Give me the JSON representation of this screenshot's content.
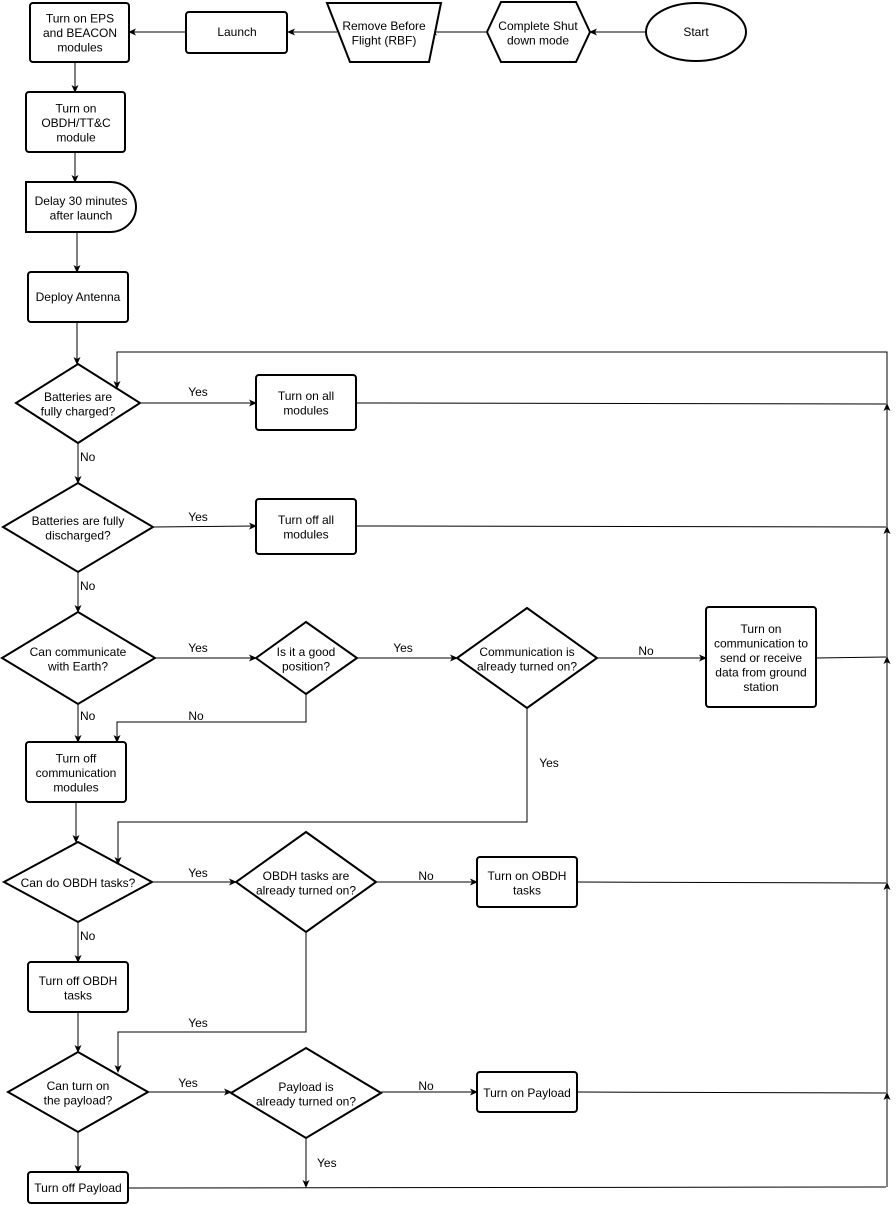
{
  "nodes": {
    "start": [
      "Start"
    ],
    "shutdown": [
      "Complete Shut",
      "down mode"
    ],
    "rbf": [
      "Remove Before",
      "Flight (RBF)"
    ],
    "launch": [
      "Launch"
    ],
    "eps": [
      "Turn on EPS",
      "and BEACON",
      "modules"
    ],
    "obdh_ttc": [
      "Turn on",
      "OBDH/TT&C",
      "module"
    ],
    "delay": [
      "Delay 30 minutes",
      "after launch"
    ],
    "antenna": [
      "Deploy Antenna"
    ],
    "charged": [
      "Batteries are",
      "fully charged?"
    ],
    "all_on": [
      "Turn on all",
      "modules"
    ],
    "discharged": [
      "Batteries are fully",
      "discharged?"
    ],
    "all_off": [
      "Turn off all",
      "modules"
    ],
    "can_comm": [
      "Can communicate",
      "with Earth?"
    ],
    "good_pos": [
      "Is it a good",
      "position?"
    ],
    "comm_on_q": [
      "Communication is",
      "already turned on?"
    ],
    "comm_on": [
      "Turn on",
      "communication to",
      "send or receive",
      "data from ground",
      "station"
    ],
    "comm_off": [
      "Turn off",
      "communication",
      "modules"
    ],
    "can_obdh": [
      "Can do OBDH tasks?"
    ],
    "obdh_on_q": [
      "OBDH tasks are",
      "already turned on?"
    ],
    "obdh_on": [
      "Turn on OBDH",
      "tasks"
    ],
    "obdh_off": [
      "Turn off OBDH",
      "tasks"
    ],
    "can_payload": [
      "Can turn on",
      "the payload?"
    ],
    "payload_on_q": [
      "Payload is",
      "already turned on?"
    ],
    "payload_on": [
      "Turn on Payload"
    ],
    "payload_off": [
      "Turn off Payload"
    ]
  },
  "edge_labels": {
    "yes": "Yes",
    "no": "No"
  }
}
